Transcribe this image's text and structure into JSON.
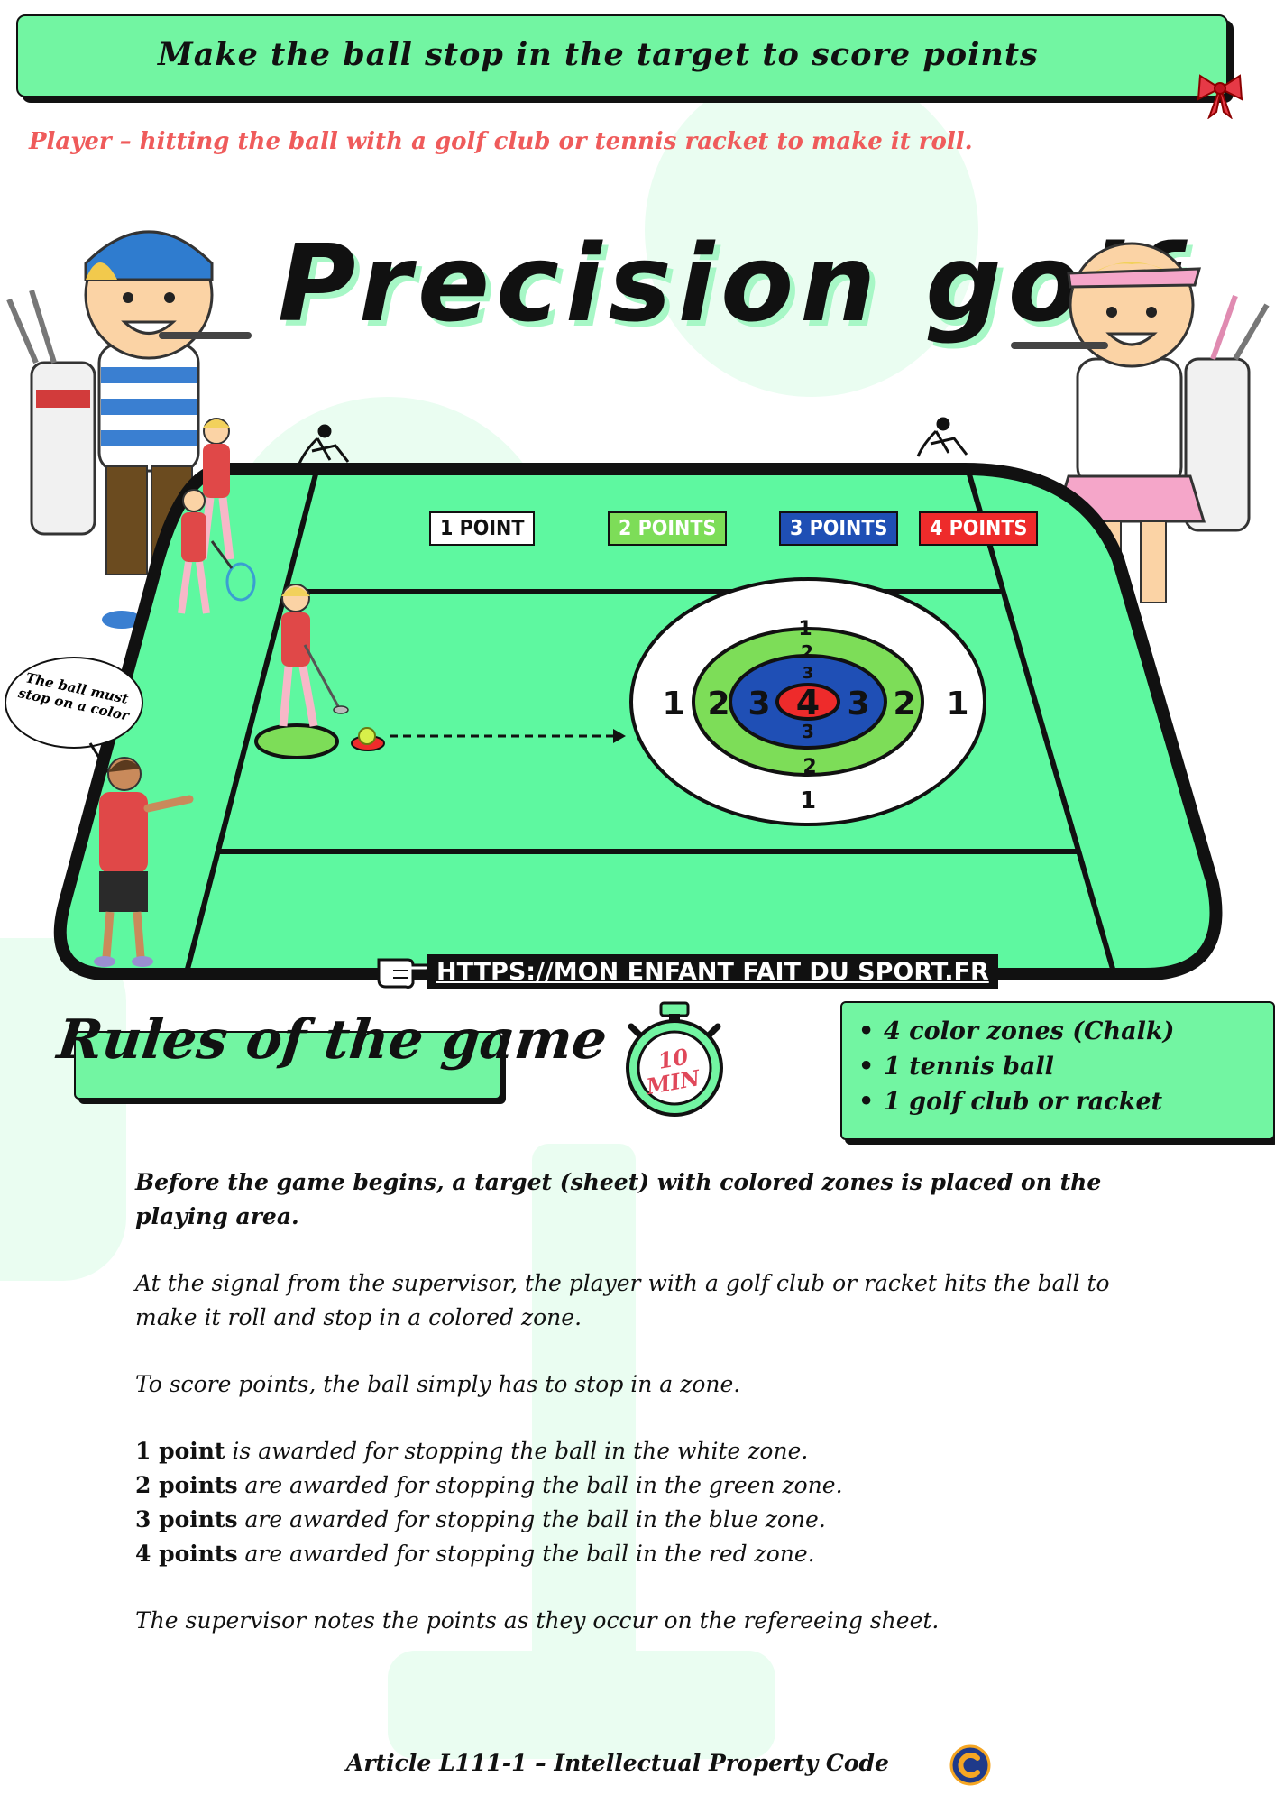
{
  "banner": {
    "text": "Make the ball stop in the target to score points"
  },
  "subtitle": "Player – hitting the ball with a golf club or tennis racket to make it roll.",
  "title": "Precision golf",
  "zones": [
    {
      "label": "1 POINT",
      "bg": "#ffffff",
      "fg": "#111111"
    },
    {
      "label": "2 POINTS",
      "bg": "#7ddd58",
      "fg": "#ffffff"
    },
    {
      "label": "3 POINTS",
      "bg": "#1f4fb5",
      "fg": "#ffffff"
    },
    {
      "label": "4 POINTS",
      "bg": "#ee2b2b",
      "fg": "#ffffff"
    }
  ],
  "target": {
    "ring_white": "1",
    "ring_green": "2",
    "ring_blue": "3",
    "center_red": "4"
  },
  "speech_bubble": "The ball must stop on a color",
  "url": "HTTPS://MON ENFANT FAIT DU SPORT.FR",
  "rules_title": "Rules of the game",
  "timer": {
    "value": "10",
    "unit": "MIN"
  },
  "equipment": [
    "4 color zones (Chalk)",
    "1 tennis ball",
    "1 golf club or racket"
  ],
  "rules": {
    "intro": "Before the game begins, a target (sheet) with colored zones is placed on the playing area.",
    "p1": "At the signal from the supervisor, the player with a golf club or racket hits the ball to make it roll and stop in a colored zone.",
    "p2": "To score points, the ball simply has to stop in a zone.",
    "points": [
      {
        "strong": "1 point",
        "rest": " is awarded for stopping the ball in the white zone."
      },
      {
        "strong": "2 points",
        "rest": " are awarded for stopping the ball in the green zone."
      },
      {
        "strong": "3 points",
        "rest": " are awarded for stopping the ball in the blue zone."
      },
      {
        "strong": "4 points",
        "rest": " are awarded for stopping the ball in the red zone."
      }
    ],
    "p3": "The supervisor notes the points as they occur on the refereeing sheet."
  },
  "footer": "Article L111-1 – Intellectual Property Code",
  "colors": {
    "accent": "#72f5a2",
    "field": "#5ef8a0",
    "subtitle": "#ef5b5b"
  }
}
